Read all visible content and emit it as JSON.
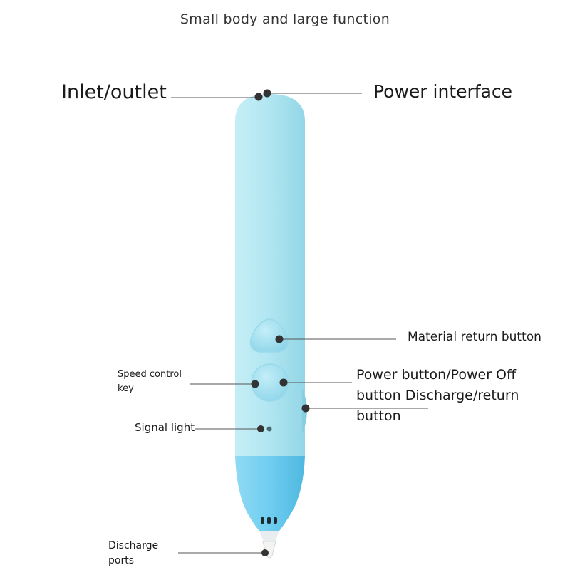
{
  "title": "Small body and large function",
  "labels": {
    "inlet_outlet": "Inlet/outlet",
    "power_interface": "Power interface",
    "material_return": "Material return button",
    "power_button": "Power button/Power Off button Discharge/return button",
    "speed_control": "Speed control key",
    "signal_light": "Signal light",
    "discharge_ports": "Discharge ports"
  },
  "colors": {
    "pen_body": "#b4e8f3",
    "pen_body_shade": "#95d9e8",
    "pen_tip": "#6fcdf0",
    "button_fill": "#a6e2f1",
    "leader_line": "#555555",
    "dot": "#333333",
    "signal_led": "#4a6b74"
  }
}
